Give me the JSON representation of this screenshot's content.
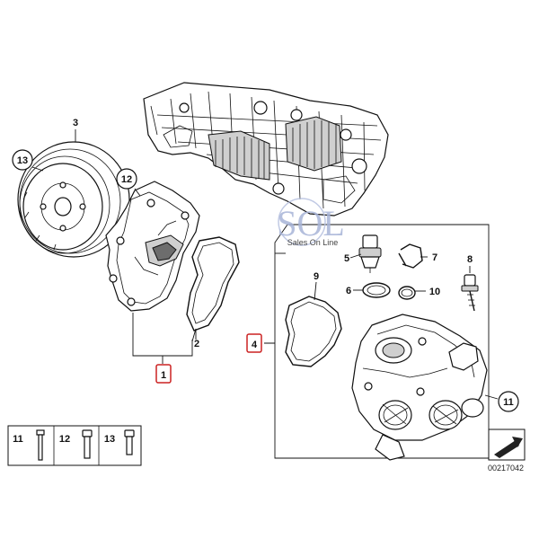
{
  "labels": {
    "p1": "1",
    "p2": "2",
    "p3": "3",
    "p4": "4",
    "p5": "5",
    "p6": "6",
    "p7": "7",
    "p8": "8",
    "p9": "9",
    "p10": "10",
    "p11": "11",
    "p12": "12",
    "p13": "13"
  },
  "legend": {
    "bolt11": "11",
    "bolt12": "12",
    "bolt13": "13"
  },
  "watermark": {
    "logo": "SOL",
    "tagline": "Sales On Line"
  },
  "diagram_number": "00217042",
  "colors": {
    "callout_box": "#cc2222",
    "line": "#111111",
    "watermark": "#a8b4d8"
  }
}
